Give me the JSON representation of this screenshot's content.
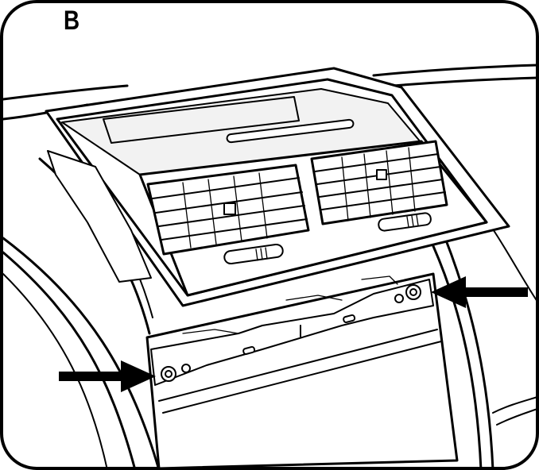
{
  "figure": {
    "panel_label": "B",
    "subject": "car-dashboard-center-air-vent-panel",
    "callouts": [
      {
        "name": "right-screw-arrow",
        "direction": "left"
      },
      {
        "name": "left-screw-arrow",
        "direction": "right"
      }
    ],
    "colors": {
      "line": "#000000",
      "background": "#ffffff"
    }
  }
}
